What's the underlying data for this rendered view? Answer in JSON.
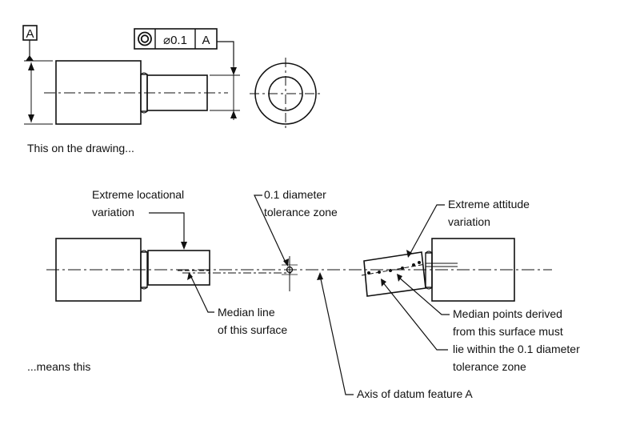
{
  "datum_label": "A",
  "feature_control_frame": {
    "symbol": "concentricity-icon",
    "tolerance": "⌀0.1",
    "datum": "A"
  },
  "captions": {
    "drawing": "This on the drawing...",
    "means": "...means this"
  },
  "callouts": {
    "extreme_locational": [
      "Extreme locational",
      "variation"
    ],
    "tolerance_zone": [
      "0.1 diameter",
      "tolerance zone"
    ],
    "extreme_attitude": [
      "Extreme attitude",
      "variation"
    ],
    "median_line": [
      "Median line",
      "of this surface"
    ],
    "median_points": [
      "Median points derived",
      "from this surface must",
      "lie within the 0.1 diameter",
      "tolerance zone"
    ],
    "datum_axis": "Axis of datum feature A"
  },
  "colors": {
    "ink": "#111111",
    "paper": "#ffffff"
  }
}
